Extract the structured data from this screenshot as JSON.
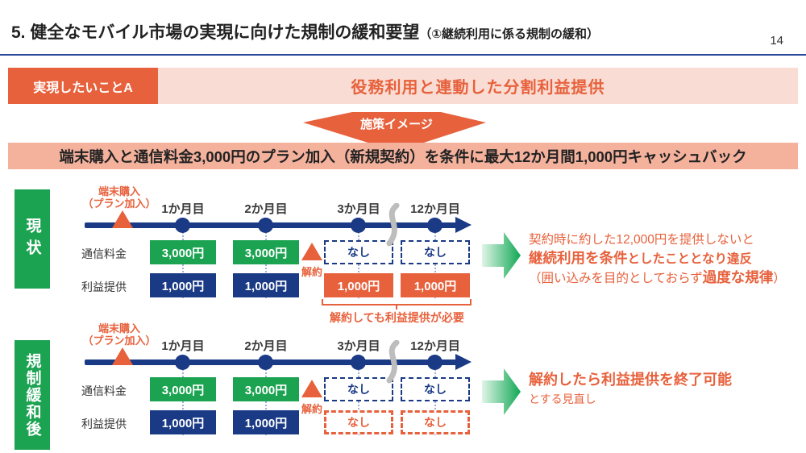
{
  "header": {
    "title": "5. 健全なモバイル市場の実現に向けた規制の緩和要望",
    "title_sub": "（①継続利用に係る規制の緩和）",
    "page_number": "14"
  },
  "goal": {
    "tag": "実現したいことA",
    "heading": "役務利用と連動した分割利益提供",
    "arrow_label": "施策イメージ"
  },
  "banner": "端末購入と通信料金3,000円のプラン加入（新規契約）を条件に最大12か月間1,000円キャッシュバック",
  "colors": {
    "orange": "#E7613C",
    "green": "#1CA352",
    "navy": "#1A3A85",
    "light_pink": "#F9DCD3",
    "salmon": "#F4B29D",
    "squiggle_gray": "#BDBDBD"
  },
  "timelines": [
    {
      "side_label": "現状",
      "purchase_line1": "端末購入",
      "purchase_line2": "（プラン加入）",
      "months": [
        "1か月目",
        "2か月目",
        "3か月目",
        "12か月目"
      ],
      "cancel": "解約",
      "fee_label": "通信料金",
      "fees": [
        "3,000円",
        "3,000円",
        "なし",
        "なし"
      ],
      "benefit_label": "利益提供",
      "benefits": [
        "1,000円",
        "1,000円",
        "1,000円",
        "1,000円"
      ],
      "note": "解約しても利益提供が必要",
      "result": {
        "line1": "契約時に約した12,000円を提供しないと",
        "line2_bold": "継続利用を条件",
        "line2_rest": "としたこととなり違反",
        "line3_pre": "（囲い込みを目的としておらず",
        "line3_bold": "過度な規律",
        "line3_post": "）"
      }
    },
    {
      "side_label": "規制緩和後",
      "purchase_line1": "端末購入",
      "purchase_line2": "（プラン加入）",
      "months": [
        "1か月目",
        "2か月目",
        "3か月目",
        "12か月目"
      ],
      "cancel": "解約",
      "fee_label": "通信料金",
      "fees": [
        "3,000円",
        "3,000円",
        "なし",
        "なし"
      ],
      "benefit_label": "利益提供",
      "benefits": [
        "1,000円",
        "1,000円",
        "なし",
        "なし"
      ],
      "result": {
        "line1_bold": "解約したら利益提供を終了可能",
        "line2": "とする見直し"
      }
    }
  ]
}
